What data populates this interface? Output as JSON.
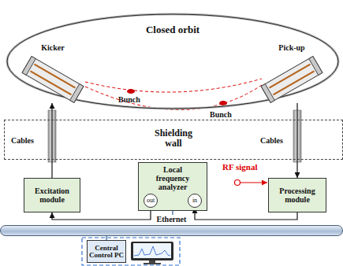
{
  "diagram": {
    "nodes": [
      {
        "text": [
          "Closed orbit"
        ]
      },
      {
        "text": [
          "Kicker"
        ]
      },
      {
        "text": [
          "Pick-up"
        ]
      },
      {
        "text": [
          "Shielding wall"
        ]
      },
      {
        "text": [
          "Excitation module"
        ]
      },
      {
        "text": [
          "Local frequency analyzer"
        ]
      },
      {
        "text": [
          "out"
        ],
        "in": 5
      },
      {
        "text": [
          "in"
        ],
        "in": 5
      },
      {
        "text": [
          "Processing module"
        ]
      },
      {
        "text": [
          "Ethernet"
        ]
      },
      {
        "text": [
          "Central Control PC"
        ]
      }
    ],
    "edges": [
      {
        "from": 4,
        "to": 1,
        "arrow": "to"
      },
      {
        "from": 2,
        "to": 8,
        "arrow": "to"
      },
      {
        "from": 6,
        "to": 4,
        "arrow": "to"
      },
      {
        "from": 8,
        "to": 7,
        "arrow": "to"
      },
      {
        "from": 5,
        "to": 9,
        "arrow": "none"
      },
      {
        "from": 10,
        "to": 9,
        "arrow": "none"
      }
    ],
    "labels": [
      "Bunch",
      "Bunch",
      "Cables",
      "Cables",
      "RF signal"
    ]
  }
}
